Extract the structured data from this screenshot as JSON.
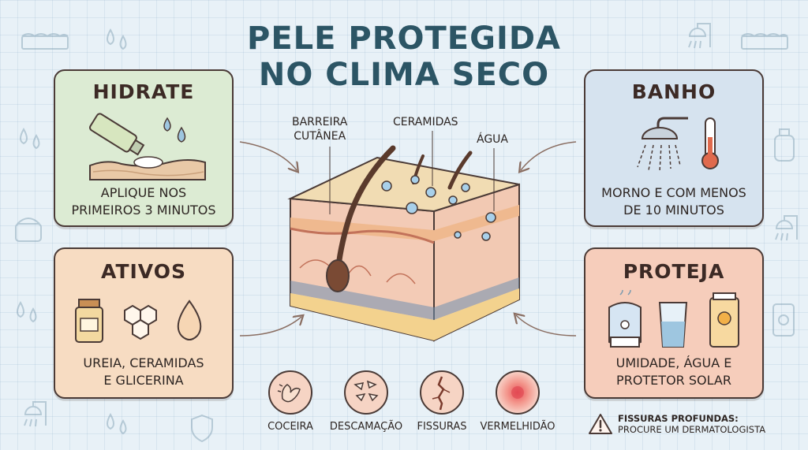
{
  "title": {
    "line1": "PELE PROTEGIDA",
    "line2": "NO CLIMA SECO"
  },
  "cards": {
    "hidrate": {
      "heading": "HIDRATE",
      "line1": "APLIQUE NOS",
      "line2": "PRIMEIROS 3 MINUTOS",
      "icon": "cream-tube-icon",
      "color": "#dcebd3"
    },
    "ativos": {
      "heading": "ATIVOS",
      "line1": "UREIA, CERAMIDAS",
      "line2": "E GLICERINA",
      "icon": "ingredients-icon",
      "color": "#f7dcc2"
    },
    "banho": {
      "heading": "BANHO",
      "line1": "MORNO E COM MENOS",
      "line2": "DE 10 MINUTOS",
      "icon": "shower-icon",
      "color": "#d6e3ef"
    },
    "proteja": {
      "heading": "PROTEJA",
      "line1": "UMIDADE, ÁGUA E",
      "line2": "PROTETOR SOLAR",
      "icon": "humidifier-icon",
      "color": "#f6cdbb"
    }
  },
  "skin_labels": {
    "barrier_line1": "BARREIRA",
    "barrier_line2": "CUTÂNEA",
    "ceramides": "CERAMIDAS",
    "water": "ÁGUA"
  },
  "symptoms": [
    {
      "label": "COCEIRA",
      "icon": "itch-hand-icon"
    },
    {
      "label": "DESCAMAÇÃO",
      "icon": "flakes-icon"
    },
    {
      "label": "FISSURAS",
      "icon": "crack-icon"
    },
    {
      "label": "VERMELHIDÃO",
      "icon": "redness-icon"
    }
  ],
  "warning": {
    "line1": "FISSURAS PROFUNDAS:",
    "line2": "PROCURE UM DERMATOLOGISTA",
    "icon": "warning-triangle-icon"
  }
}
